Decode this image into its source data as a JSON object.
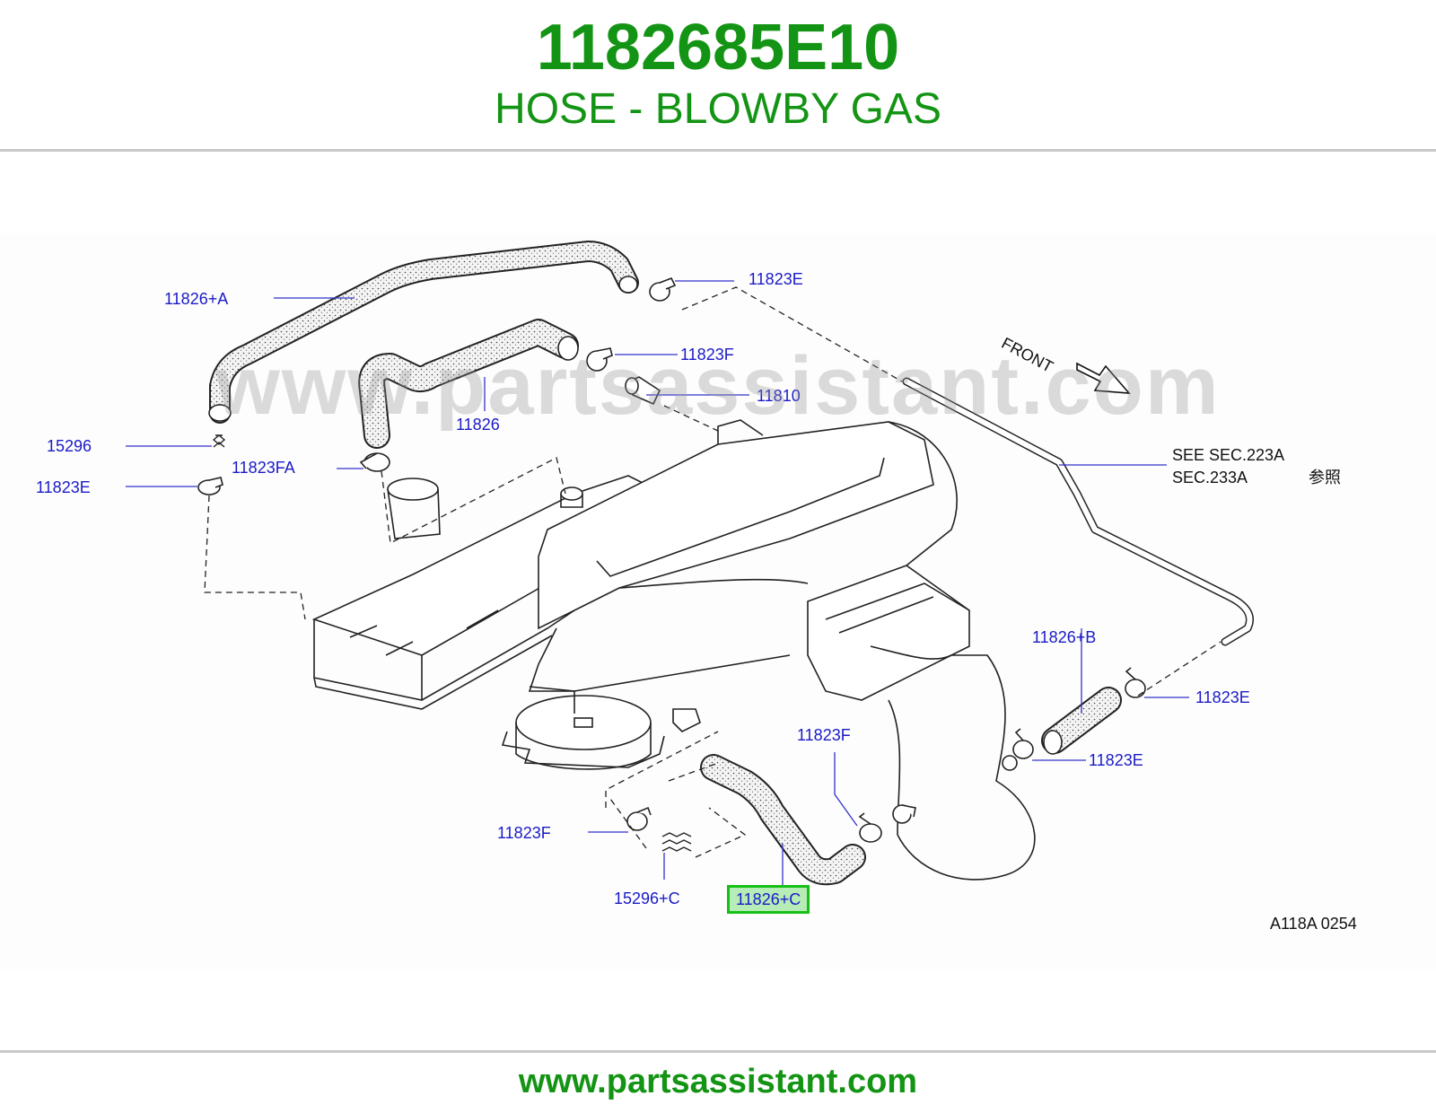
{
  "header": {
    "part_number": "1182685E10",
    "part_name": "HOSE - BLOWBY GAS"
  },
  "diagram": {
    "labels": {
      "hose_a": "11826+A",
      "clamp_e_top": "11823E",
      "clamp_f_top": "11823F",
      "valve": "11810",
      "hose": "11826",
      "hose_b": "11826+B",
      "hose_c": "11826+C",
      "clip": "15296",
      "clip_c": "15296+C",
      "clamp_fa": "11823FA",
      "clamp_e_left": "11823E",
      "clamp_e_right": "11823E",
      "clamp_e_mid": "11823E",
      "clamp_f_mid": "11823F",
      "clamp_f_bottom": "11823F"
    },
    "see_note": {
      "line1": "SEE   SEC.223A",
      "line2": "SEC.233A",
      "ref": "参照"
    },
    "front_label": "FRONT",
    "figure_code": "A118A   0254",
    "highlight_color": "#16c016"
  },
  "watermark": "www.partsassistant.com",
  "footer": {
    "url": "www.partsassistant.com"
  }
}
